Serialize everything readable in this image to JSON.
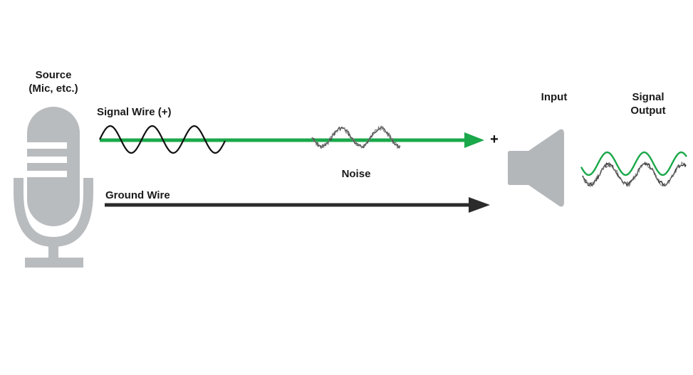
{
  "labels": {
    "source_line1": "Source",
    "source_line2": "(Mic, etc.)",
    "signal_wire": "Signal Wire (+)",
    "ground_wire": "Ground Wire",
    "noise": "Noise",
    "input": "Input",
    "signal_output_line1": "Signal",
    "signal_output_line2": "Output",
    "plus_sign": "+"
  },
  "colors": {
    "signal_wire": "#1aa84a",
    "ground_wire": "#2b2b2b",
    "signal_wave": "#111111",
    "noise_wave": "#444444",
    "output_wave": "#1aa84a",
    "microphone": "#b9bcbf",
    "speaker": "#b4b7ba"
  },
  "icons": {
    "source": "microphone-icon",
    "input": "speaker-icon"
  }
}
